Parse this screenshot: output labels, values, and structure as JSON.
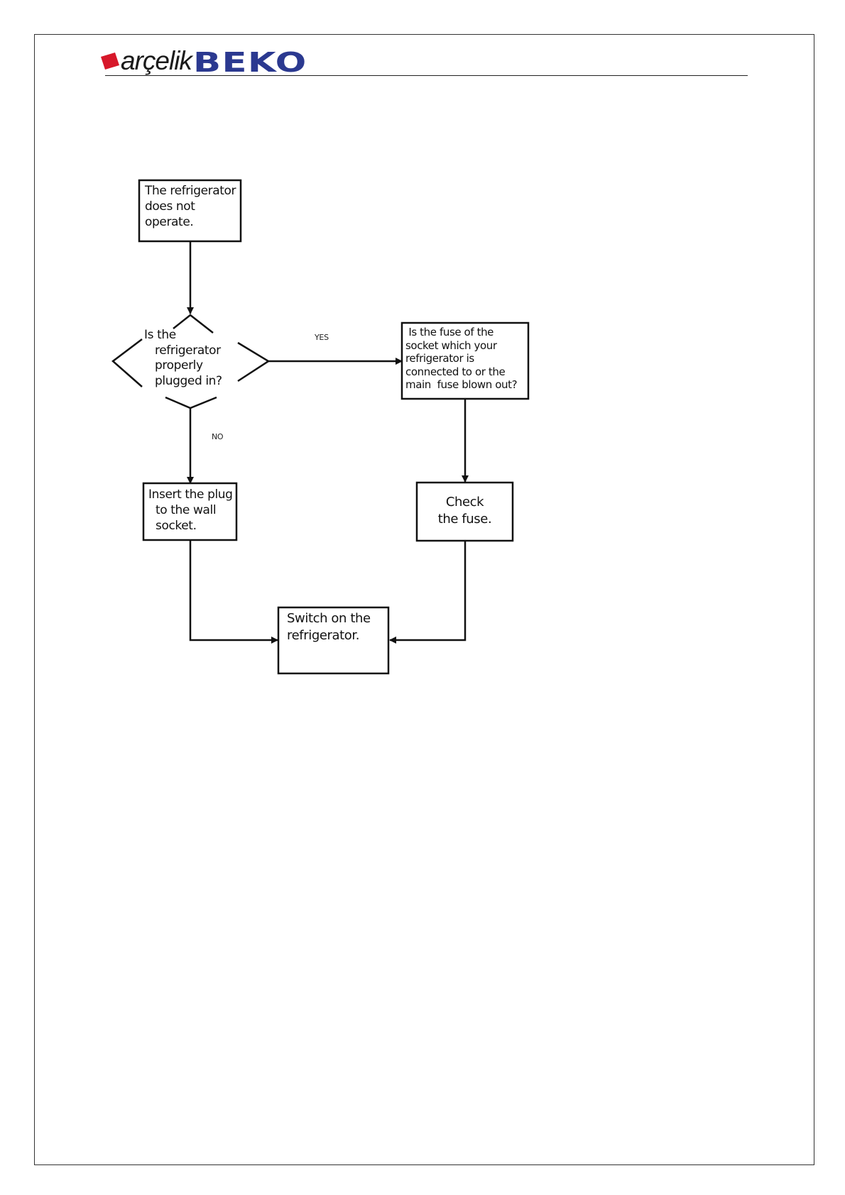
{
  "header": {
    "brand_primary": "arçelik",
    "brand_secondary": "BEKO",
    "colors": {
      "mark": "#d7182a",
      "primary": "#1a1a1a",
      "secondary": "#2b3990"
    }
  },
  "flowchart": {
    "nodes": {
      "start": "The refrigerator\ndoes not\noperate.",
      "decision_plug": "Is the\n   refrigerator\n   properly\n   plugged in?",
      "fuse_question": " Is the fuse of the\nsocket which your\nrefrigerator is\nconnected to or the\nmain  fuse blown out?",
      "insert_plug": "Insert the plug\n  to the wall\n  socket.",
      "check_fuse": "Check\nthe fuse.",
      "switch_on": "Switch on the\nrefrigerator."
    },
    "edges": {
      "yes_label": "YES",
      "no_label": "NO"
    }
  }
}
